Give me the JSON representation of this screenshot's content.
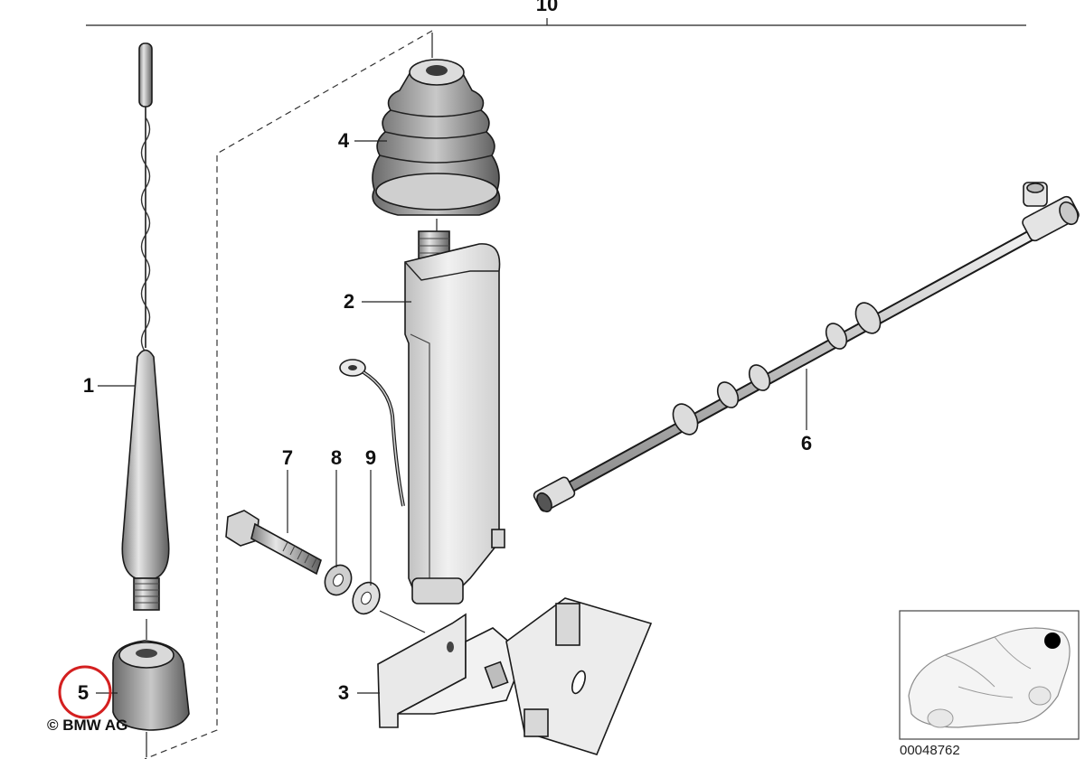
{
  "diagram": {
    "callouts": {
      "c1": "1",
      "c2": "2",
      "c3": "3",
      "c4": "4",
      "c5": "5",
      "c6": "6",
      "c7": "7",
      "c8": "8",
      "c9": "9",
      "c10": "10"
    },
    "highlighted_callout": "5",
    "highlight_color": "#d42020",
    "copyright": "© BMW AG",
    "image_code": "00048762"
  }
}
